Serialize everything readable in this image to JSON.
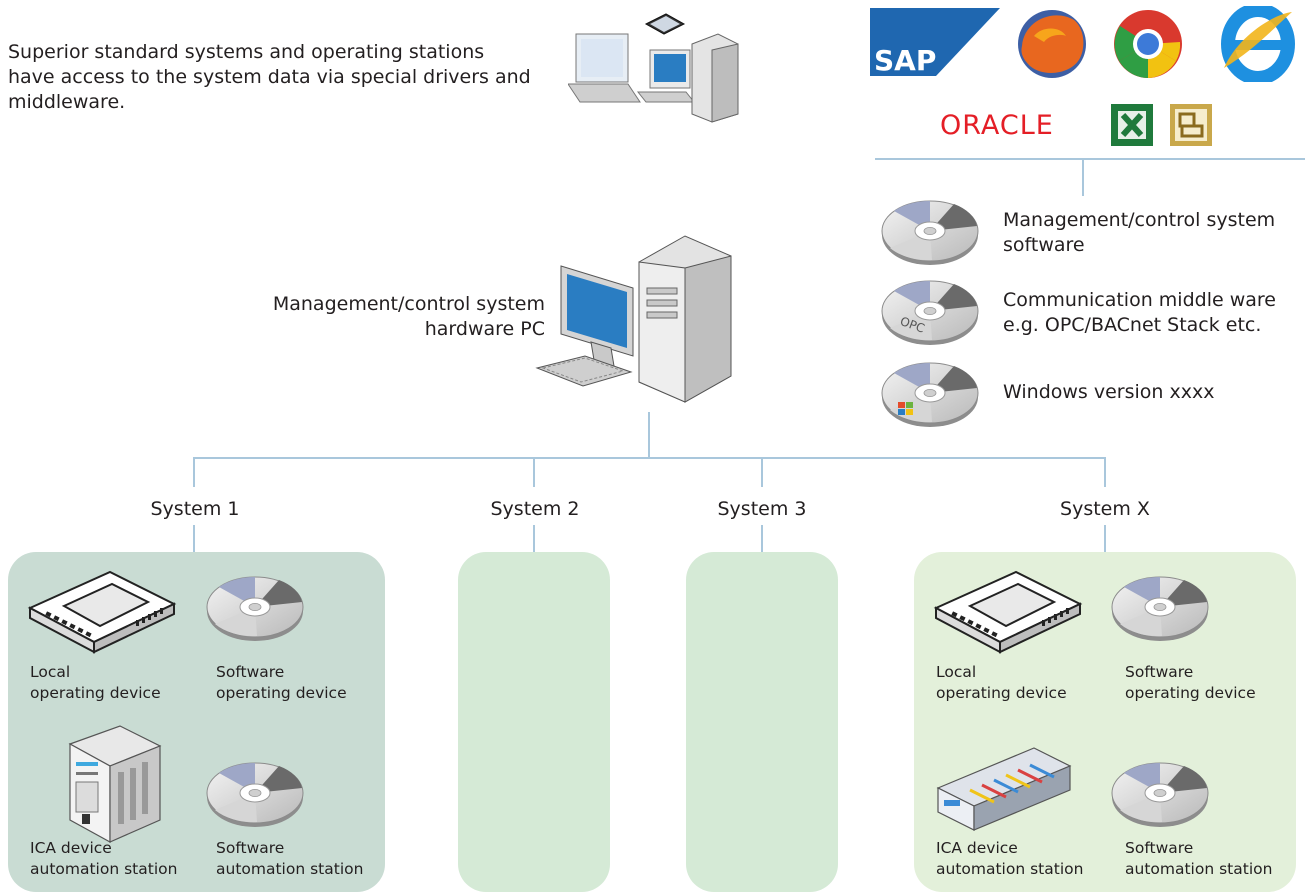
{
  "intro": {
    "line1": "Superior standard systems and operating stations",
    "line2": "have access to the system data via special drivers and",
    "line3": "middleware."
  },
  "logos": {
    "sap": "SAP",
    "oracle": "ORACLE",
    "icons": [
      "sap-logo",
      "firefox-icon",
      "chrome-icon",
      "internet-explorer-icon",
      "oracle-logo",
      "excel-icon",
      "access-icon"
    ]
  },
  "software_stack": [
    {
      "line1": "Management/control system",
      "line2": "software"
    },
    {
      "line1": "Communication middle ware",
      "line2": "e.g. OPC/BACnet Stack etc."
    },
    {
      "line1": "Windows version xxxx",
      "line2": ""
    }
  ],
  "pc": {
    "line1": "Management/control system",
    "line2": "hardware PC"
  },
  "systems": [
    "System 1",
    "System 2",
    "System 3",
    "System X"
  ],
  "system1": {
    "local_l1": "Local",
    "local_l2": "operating device",
    "sw_op_l1": "Software",
    "sw_op_l2": "operating device",
    "ica_l1": "ICA device",
    "ica_l2": "automation station",
    "sw_auto_l1": "Software",
    "sw_auto_l2": "automation station"
  },
  "systemx": {
    "local_l1": "Local",
    "local_l2": "operating device",
    "sw_op_l1": "Software",
    "sw_op_l2": "operating device",
    "ica_l1": "ICA device",
    "ica_l2": "automation station",
    "sw_auto_l1": "Software",
    "sw_auto_l2": "automation station"
  },
  "colors": {
    "line": "#a9c7dc",
    "panel_system1": "#c9dcd3",
    "panel_mid": "#d5ead6",
    "panel_systemx": "#e3f0da",
    "sap_blue": "#1f67b0",
    "oracle_red": "#e41e26",
    "excel_green": "#1f7a3c",
    "access_gold": "#c9a84b",
    "screen_blue": "#2a7dc2"
  }
}
